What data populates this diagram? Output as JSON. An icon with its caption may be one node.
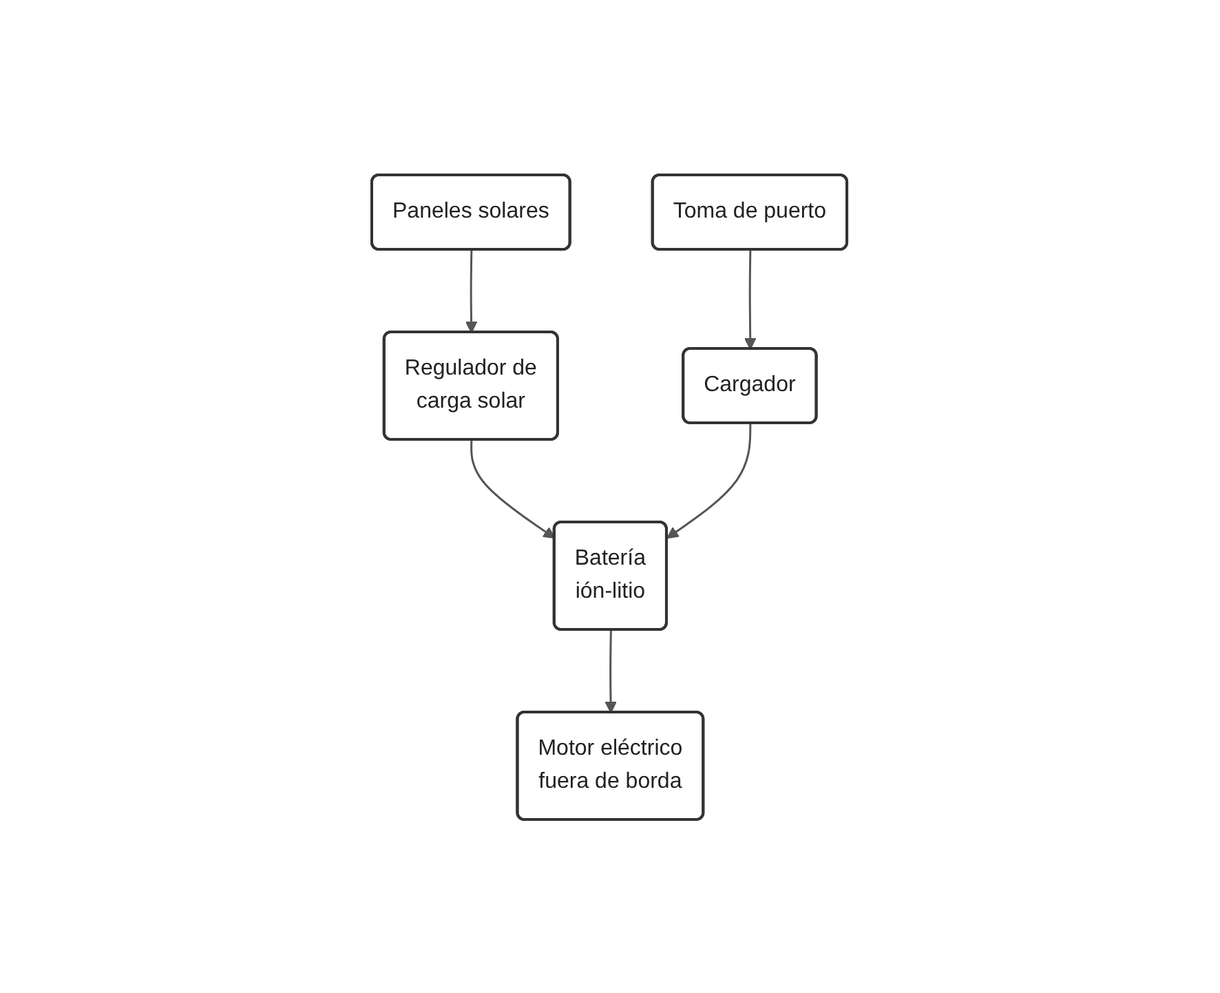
{
  "diagram": {
    "nodes": [
      {
        "text": [
          "Paneles solares"
        ]
      },
      {
        "text": [
          "Motor eléctrico fuera de borda"
        ]
      },
      {
        "text": [
          "Batería ión-litio"
        ]
      },
      {
        "text": [
          "Regulador de carga solar"
        ]
      },
      {
        "text": [
          "Cargador"
        ]
      },
      {
        "text": [
          "Toma de puerto"
        ]
      }
    ],
    "edges": [
      {
        "from": 0,
        "to": 3,
        "arrow": "to"
      },
      {
        "from": 3,
        "to": 2,
        "arrow": "to"
      },
      {
        "from": 2,
        "to": 1,
        "arrow": "to"
      },
      {
        "from": 4,
        "to": 2,
        "arrow": "to"
      },
      {
        "from": 5,
        "to": 4,
        "arrow": "to"
      }
    ]
  }
}
